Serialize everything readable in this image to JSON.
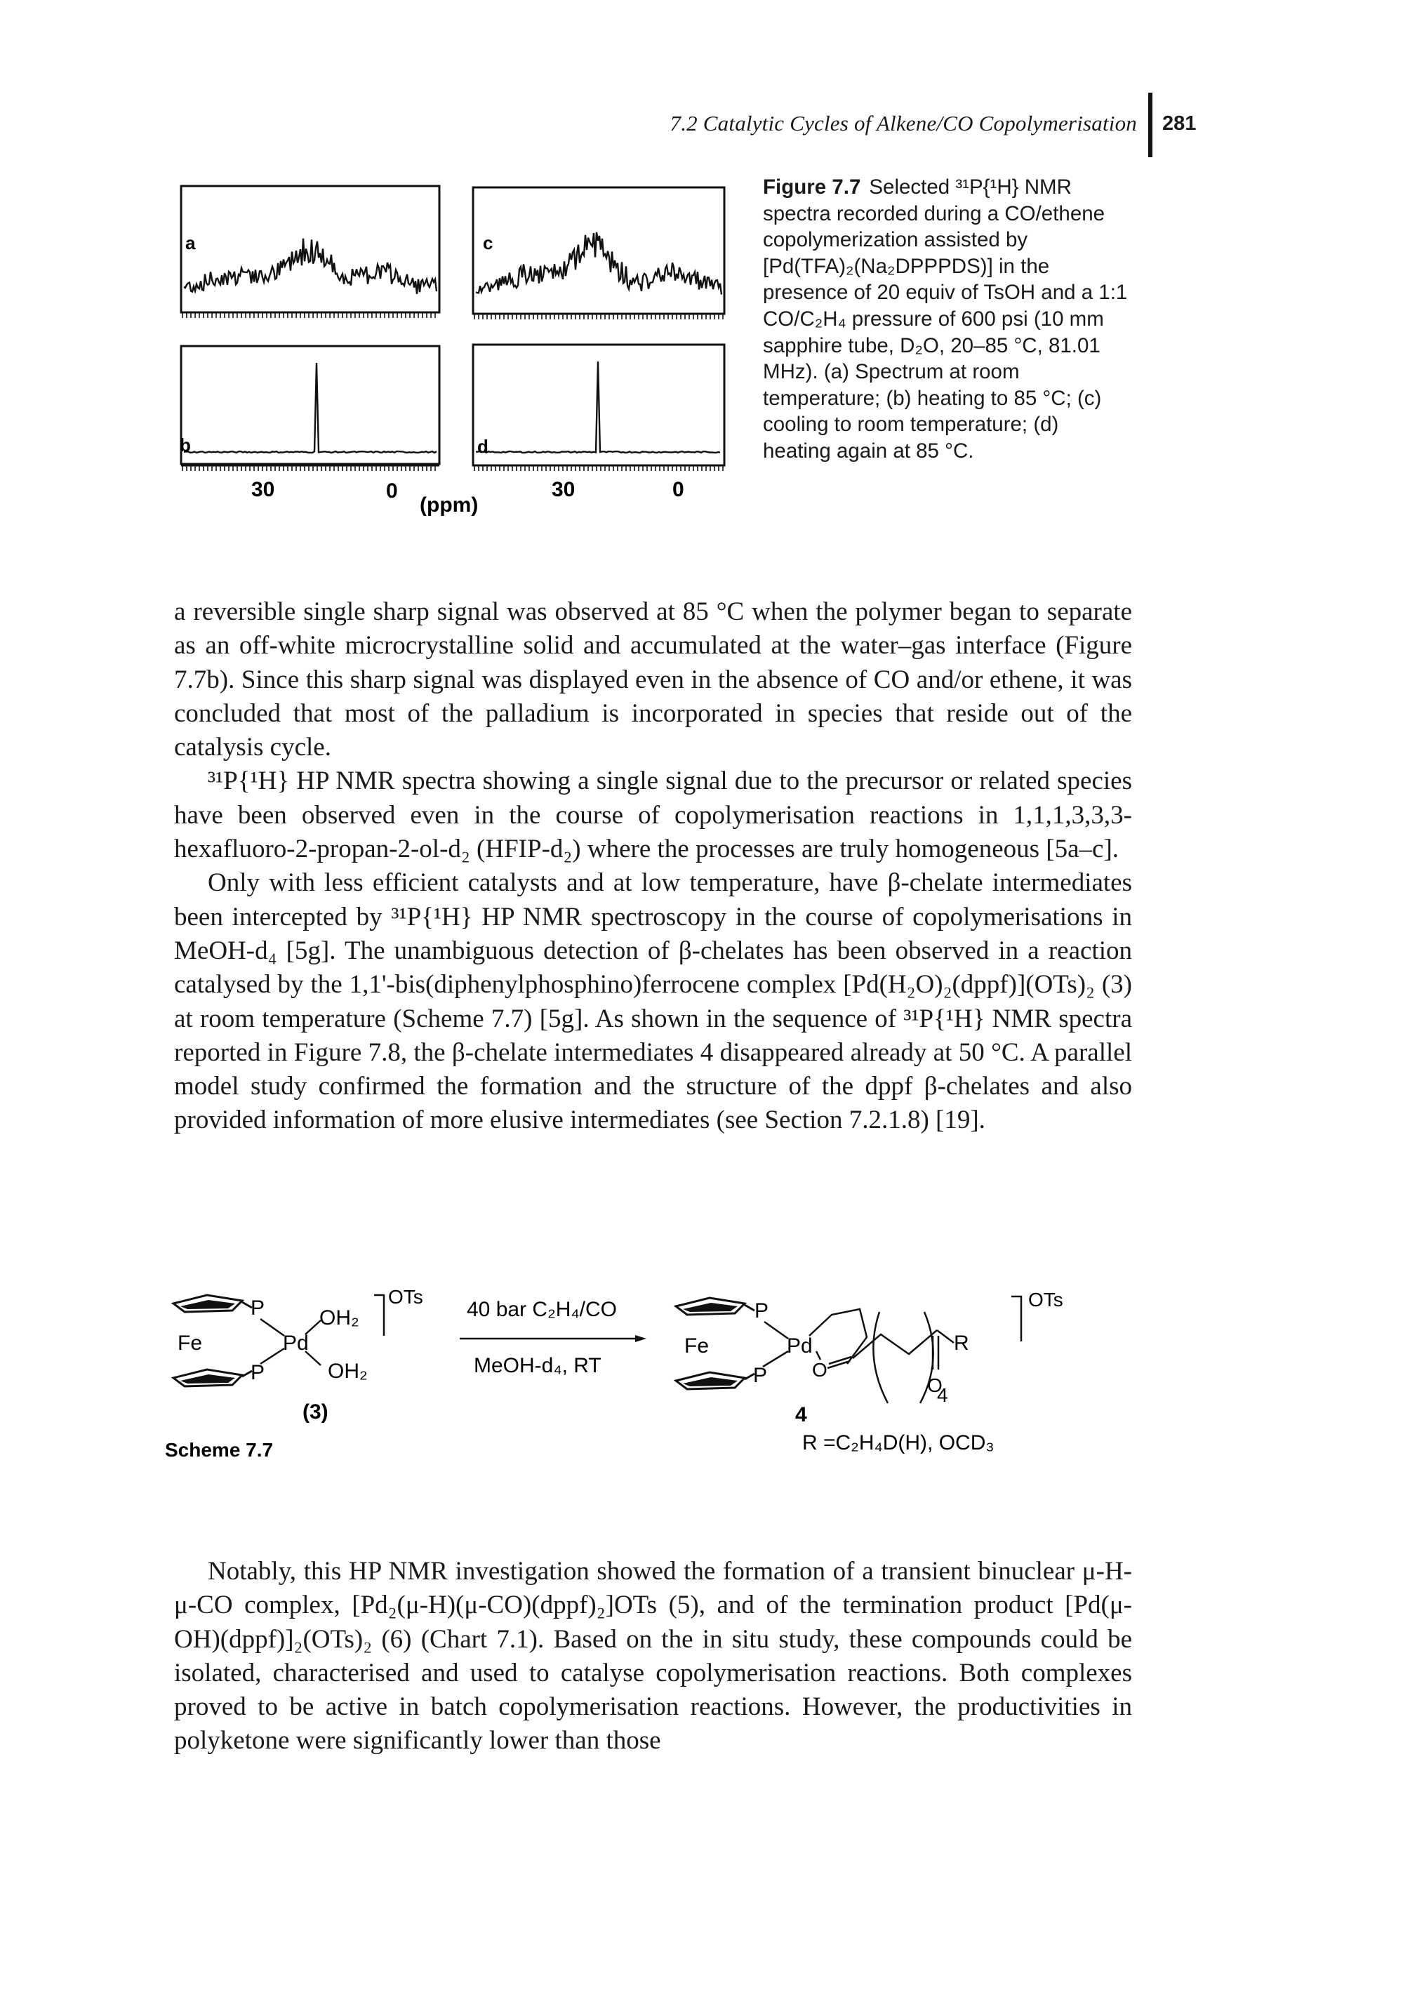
{
  "header": {
    "running_title": "7.2 Catalytic Cycles of Alkene/CO Copolymerisation",
    "page_number": "281"
  },
  "figure": {
    "panel_labels": [
      "a",
      "b",
      "c",
      "d"
    ],
    "axis_tick_left_30": "30",
    "axis_tick_left_0": "0",
    "axis_unit": "(ppm)",
    "axis_tick_right_30": "30",
    "axis_tick_right_0": "0",
    "caption_label": "Figure 7.7",
    "caption_text": "Selected ³¹P{¹H} NMR spectra recorded during a CO/ethene copolymerization assisted by [Pd(TFA)₂(Na₂DPPPDS)] in the presence of 20 equiv of TsOH and a 1:1 CO/C₂H₄ pressure of 600 psi (10 mm sapphire tube, D₂O, 20–85 °C, 81.01 MHz). (a) Spectrum at room temperature; (b) heating to 85 °C; (c) cooling to room temperature; (d) heating again at 85 °C."
  },
  "body": {
    "p1": "a reversible single sharp signal was observed at 85 °C when the polymer began to separate as an off-white microcrystalline solid and accumulated at the water–gas interface (Figure 7.7b). Since this sharp signal was displayed even in the absence of CO and/or ethene, it was concluded that most of the palladium is incorporated in species that reside out of the catalysis cycle.",
    "p2": "³¹P{¹H} HP NMR spectra showing a single signal due to the precursor or related species have been observed even in the course of copolymerisation reactions in 1,1,1,3,3,3-hexafluoro-2-propan-2-ol-d₂ (HFIP-d₂) where the processes are truly homogeneous [5a–c].",
    "p3": "Only with less efficient catalysts and at low temperature, have β-chelate intermediates been intercepted by ³¹P{¹H} HP NMR spectroscopy in the course of copolymerisations in MeOH-d₄ [5g]. The unambiguous detection of β-chelates has been observed in a reaction catalysed by the 1,1'-bis(diphenylphosphino)ferrocene complex [Pd(H₂O)₂(dppf)](OTs)₂ (3) at room temperature (Scheme 7.7) [5g]. As shown in the sequence of ³¹P{¹H} NMR spectra reported in Figure 7.8, the β-chelate intermediates 4 disappeared already at 50 °C. A parallel model study confirmed the formation and the structure of the dppf β-chelates and also provided information of more elusive intermediates (see Section 7.2.1.8) [19].",
    "p4": "Notably, this HP NMR investigation showed the formation of a transient binuclear μ-H-μ-CO complex, [Pd₂(μ-H)(μ-CO)(dppf)₂]OTs (5), and of the termination product [Pd(μ-OH)(dppf)]₂(OTs)₂ (6) (Chart 7.1). Based on the in situ study, these compounds could be isolated, characterised and used to catalyse copolymerisation reactions. Both complexes proved to be active in batch copolymerisation reactions. However, the productivities in polyketone were significantly lower than those"
  },
  "scheme": {
    "label": "Scheme 7.7",
    "reactant": {
      "P_top": "P",
      "P_bottom": "P",
      "Fe": "Fe",
      "Pd": "Pd",
      "OH2_top": "OH₂",
      "OH2_bottom": "OH₂",
      "counterion": "OTs",
      "compound_number": "(3)"
    },
    "conditions_above": "40 bar C₂H₄/CO",
    "conditions_below": "MeOH-d₄, RT",
    "product": {
      "P_top": "P",
      "P_bottom": "P",
      "Fe": "Fe",
      "Pd": "Pd",
      "O": "O",
      "carbonyl_O": "O",
      "R": "R",
      "subscript": "4",
      "counterion": "OTs",
      "compound_number": "4",
      "r_definition": "R =C₂H₄D(H), OCD₃"
    }
  }
}
